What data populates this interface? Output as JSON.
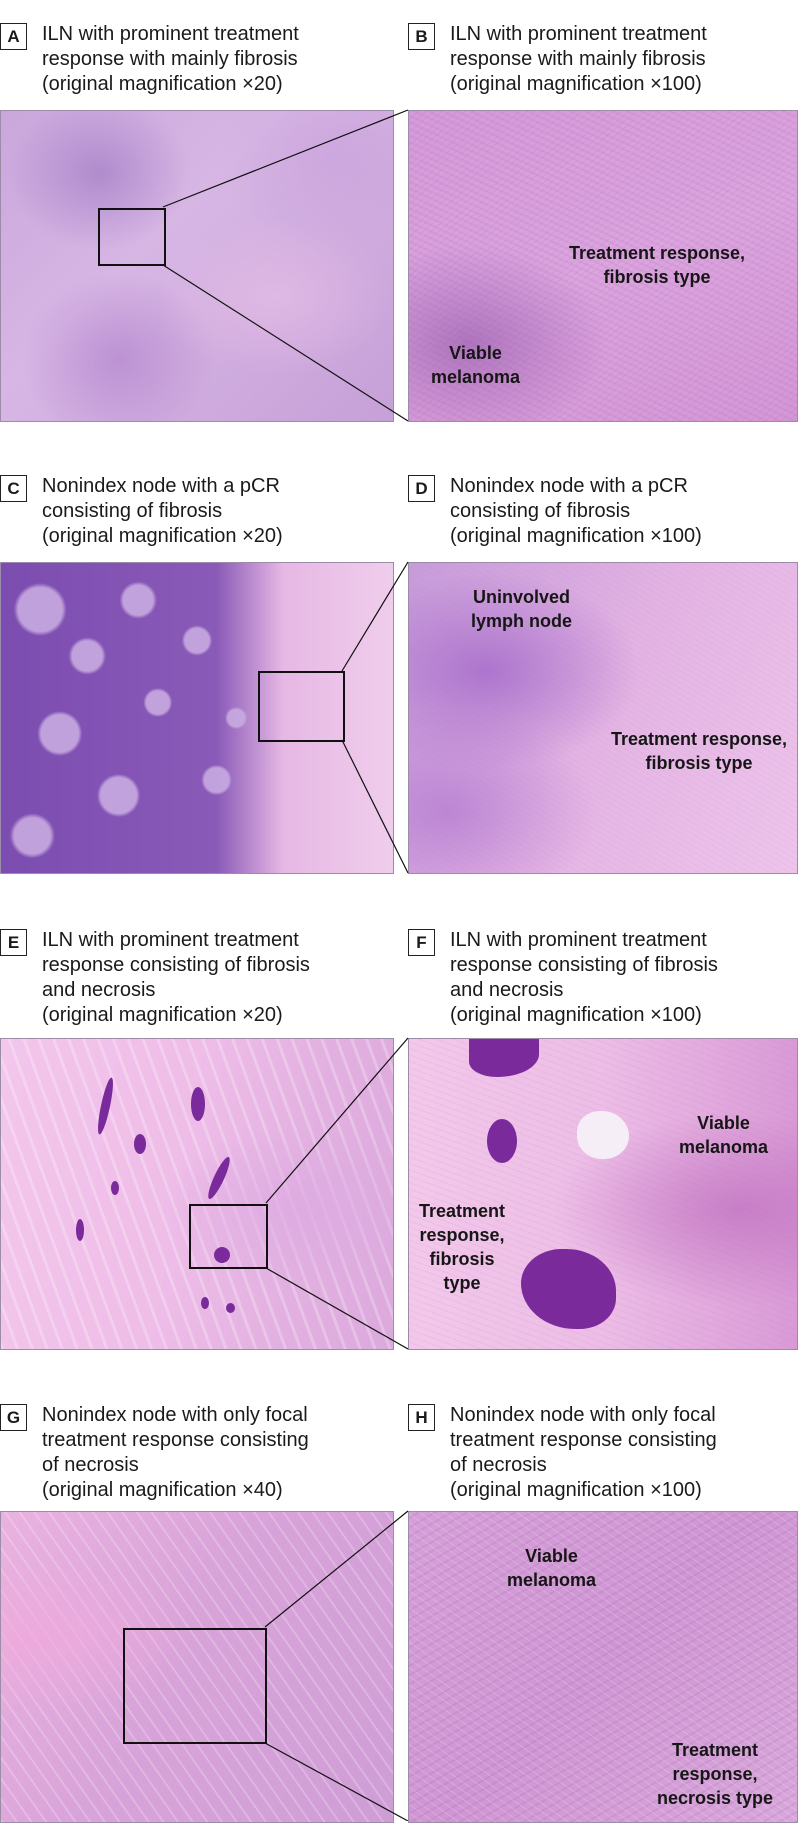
{
  "panels": [
    {
      "letter": "A",
      "caption": [
        "ILN with prominent treatment",
        "response with mainly fibrosis",
        "(original magnification ×20)"
      ],
      "labels": []
    },
    {
      "letter": "B",
      "caption": [
        "ILN with prominent treatment",
        "response with mainly fibrosis",
        "(original magnification ×100)"
      ],
      "labels": [
        [
          "Treatment response,",
          "fibrosis type"
        ],
        [
          "Viable",
          "melanoma"
        ]
      ]
    },
    {
      "letter": "C",
      "caption": [
        "Nonindex node with a pCR",
        "consisting of fibrosis",
        "(original magnification ×20)"
      ],
      "labels": []
    },
    {
      "letter": "D",
      "caption": [
        "Nonindex node with a pCR",
        "consisting of fibrosis",
        "(original magnification ×100)"
      ],
      "labels": [
        [
          "Uninvolved",
          "lymph node"
        ],
        [
          "Treatment response,",
          "fibrosis type"
        ]
      ]
    },
    {
      "letter": "E",
      "caption": [
        "ILN with prominent treatment",
        "response consisting of fibrosis",
        "and necrosis",
        "(original magnification ×20)"
      ],
      "labels": []
    },
    {
      "letter": "F",
      "caption": [
        "ILN with prominent treatment",
        "response consisting of fibrosis",
        "and necrosis",
        "(original magnification ×100)"
      ],
      "labels": [
        [
          "Viable",
          "melanoma"
        ],
        [
          "Treatment",
          "response,",
          "fibrosis",
          "type"
        ]
      ]
    },
    {
      "letter": "G",
      "caption": [
        "Nonindex node with only focal",
        "treatment response consisting",
        "of necrosis",
        "(original magnification ×40)"
      ],
      "labels": []
    },
    {
      "letter": "H",
      "caption": [
        "Nonindex node with only focal",
        "treatment response consisting",
        "of necrosis",
        "(original magnification ×100)"
      ],
      "labels": [
        [
          "Viable",
          "melanoma"
        ],
        [
          "Treatment",
          "response,",
          "necrosis type"
        ]
      ]
    }
  ]
}
